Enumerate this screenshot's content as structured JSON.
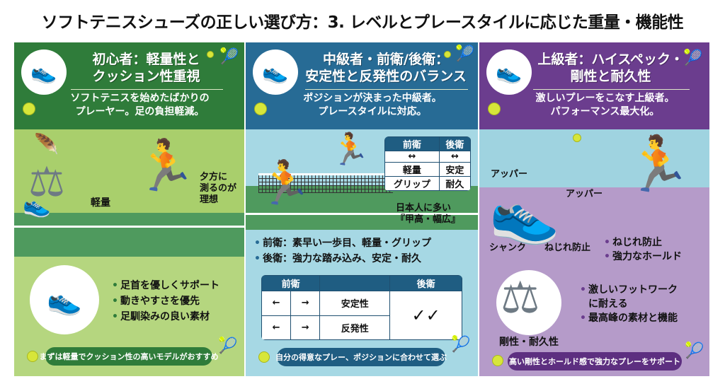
{
  "title": "ソフトテニスシューズの正しい選び方：3. レベルとプレースタイルに応じた重量・機能性",
  "colors": {
    "beginner": "#2f7c3a",
    "intermediate": "#276b95",
    "advanced": "#6b3d8e",
    "arrow": "#d4502a",
    "ball": "#d7e63a"
  },
  "panels": [
    {
      "id": "beginner",
      "header": {
        "title_line1": "初心者：軽量性と",
        "title_line2": "クッション性重視",
        "subtitle_line1": "ソフトテニスを始めたばかりの",
        "subtitle_line2": "プレーヤー。足の負担軽減。",
        "icon": "sneaker-icon"
      },
      "scene": {
        "scale_label": "軽量",
        "note_line1": "夕方に",
        "note_line2": "測るのが",
        "note_line3": "理想",
        "icons": [
          "feather-icon",
          "balance-scale-icon",
          "shoe-icon",
          "player-icon",
          "racket-icon"
        ]
      },
      "bullets": [
        "足首を優しくサポート",
        "動きやすさを優先",
        "足馴染みの良い素材"
      ],
      "pill": "まずは軽量でクッション性の高いモデルがおすすめ"
    },
    {
      "id": "intermediate",
      "header": {
        "title_line1": "中級者・前衛/後衛：",
        "title_line2": "安定性と反発性のバランス",
        "subtitle_line1": "ポジションが決まった中級者。",
        "subtitle_line2": "プレースタイルに対応。",
        "icon": "sneaker-icon"
      },
      "scene": {
        "table": {
          "headers": [
            "前衛",
            "後衛"
          ],
          "rows": [
            [
              "↔",
              "↔"
            ],
            [
              "軽量",
              "安定"
            ],
            [
              "グリップ",
              "耐久"
            ]
          ]
        },
        "note_line1": "日本人に多い",
        "note_line2": "『甲高・幅広』"
      },
      "bullets": [
        "前衛：素早い一歩目、軽量・グリップ",
        "後衛：強力な踏み込み、安定・耐久"
      ],
      "compare": {
        "headers": [
          "前衛",
          "",
          "後衛"
        ],
        "rows": [
          {
            "left": "←",
            "right": "→",
            "label": "安定性"
          },
          {
            "left": "←",
            "right": "→",
            "label": "反発性"
          }
        ]
      },
      "pill": "自分の得意なプレー、ポジションに合わせて選ぶ"
    },
    {
      "id": "advanced",
      "header": {
        "title_line1": "上級者：ハイスペック・",
        "title_line2": "剛性と耐久性",
        "subtitle_line1": "激しいプレーをこなす上級者。",
        "subtitle_line2": "パフォーマンス最大化。",
        "icon": "sneaker-icon"
      },
      "scene": {
        "callouts": [
          "アッパー",
          "アッパー",
          "シャンク",
          "ねじれ防止"
        ]
      },
      "bullets_top": [
        "ねじれ防止",
        "強力なホールド"
      ],
      "scale_label": "剛性・耐久性",
      "bullets": [
        "激しいフットワーク",
        "に耐える",
        "最高峰の素材と機能"
      ],
      "pill": "高い剛性とホールド感で強力なプレーをサポート"
    }
  ]
}
